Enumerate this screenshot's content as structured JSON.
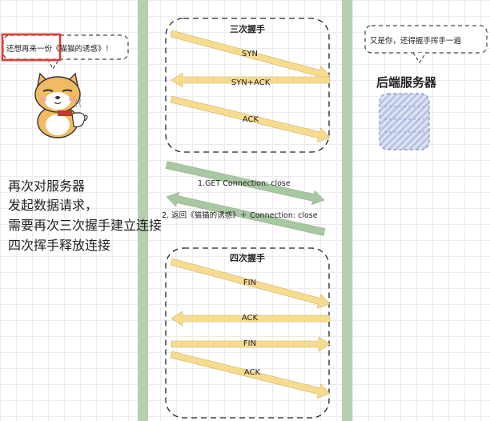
{
  "client": {
    "bubble_text": "还想再来一份《猫猫的诱惑》！",
    "mascot": "shiba-dog-drinking-coffee-icon"
  },
  "server": {
    "bubble_text": "又是你，还得握手挥手一遍",
    "label": "后端服务器",
    "icon": "server-rack-icon"
  },
  "handshake": {
    "title": "三次握手",
    "messages": [
      "SYN",
      "SYN+ACK",
      "ACK"
    ]
  },
  "data_exchange": {
    "request": "1.GET  Connection: close",
    "response": "2. 返回《猫猫的诱惑》＋ Connection: close"
  },
  "teardown": {
    "title": "四次握手",
    "messages": [
      "FIN",
      "ACK",
      "FIN",
      "ACK"
    ]
  },
  "annotation": {
    "lines": [
      "再次对服务器",
      "发起数据请求，",
      "需要再次三次握手建立连接",
      "四次挥手释放连接"
    ]
  },
  "colors": {
    "timeline": "#b7cfb0",
    "handshake_arrow": "#f7dc8f",
    "data_arrow": "#a9c7a3",
    "highlight": "#e53935",
    "annotation_text": "#e53935",
    "server": "#c5cee8"
  }
}
